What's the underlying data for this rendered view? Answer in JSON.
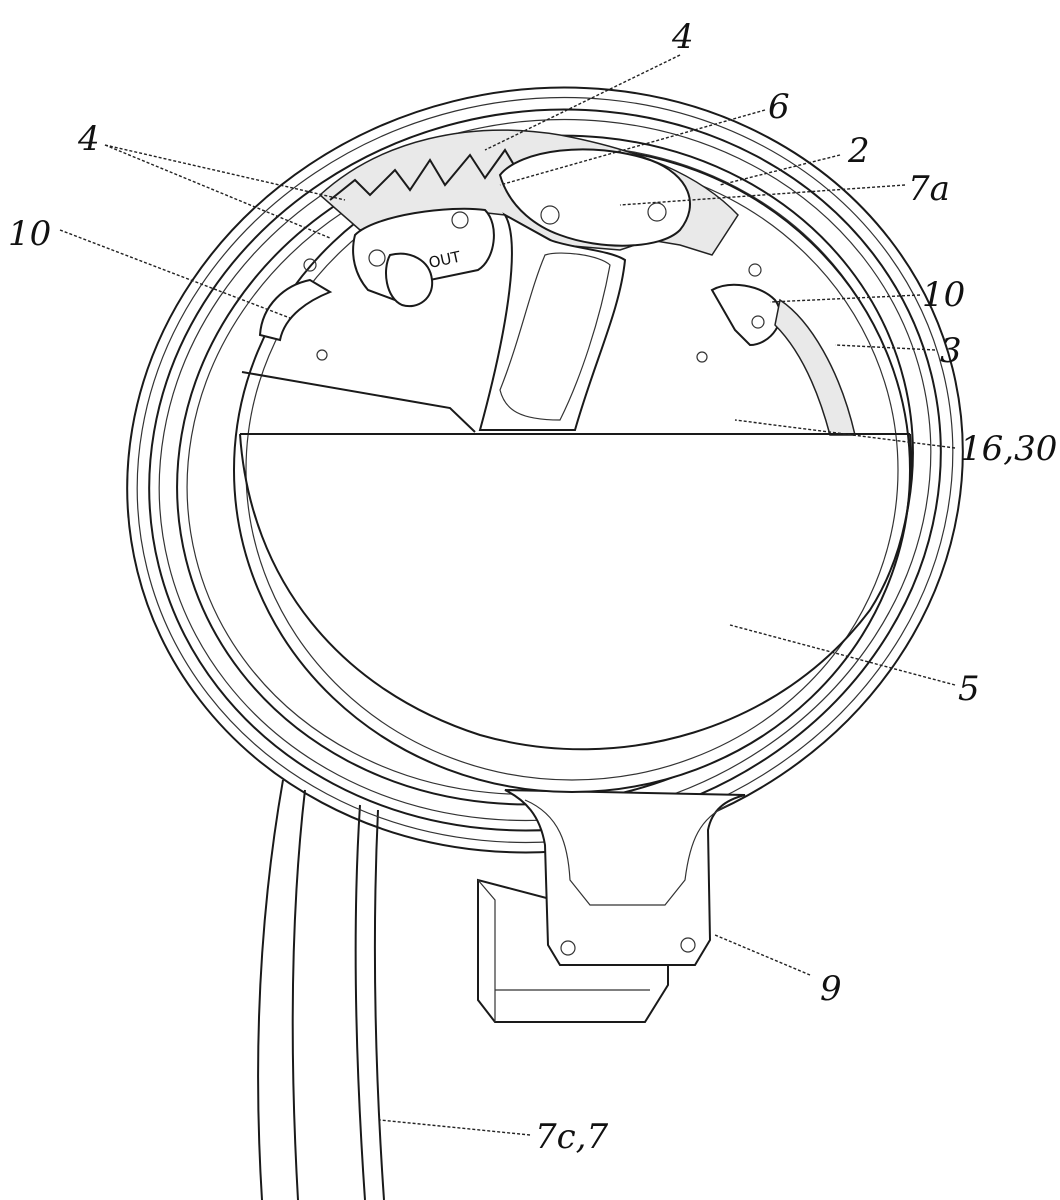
{
  "figure": {
    "reference_labels": {
      "label_4_top": "4",
      "label_4_left": "4",
      "label_6": "6",
      "label_2": "2",
      "label_7a": "7a",
      "label_10_left": "10",
      "label_10_right": "10",
      "label_3": "3",
      "label_16_30": "16,30",
      "label_5": "5",
      "label_9": "9",
      "label_7c7": "7c,7"
    },
    "plate_marking": "OUT"
  }
}
